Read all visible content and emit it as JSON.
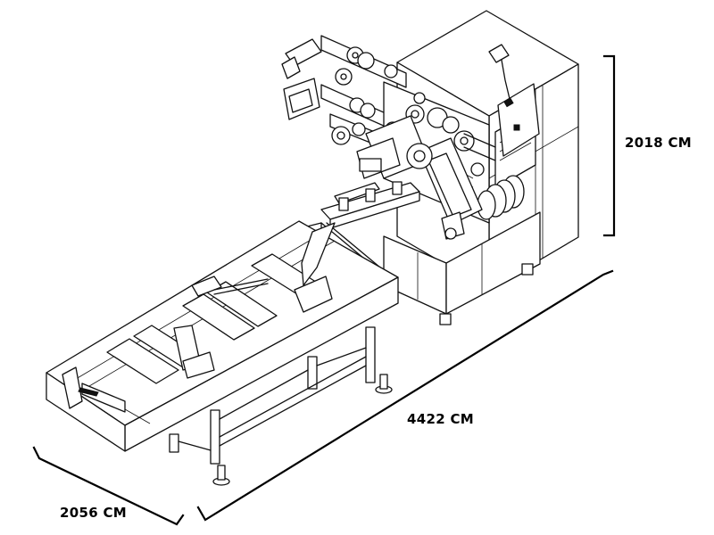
{
  "dimensions": {
    "height": "2018 CM",
    "length": "4422 CM",
    "width": "2056 CM"
  },
  "colors": {
    "line": "#111111",
    "background": "#ffffff"
  }
}
